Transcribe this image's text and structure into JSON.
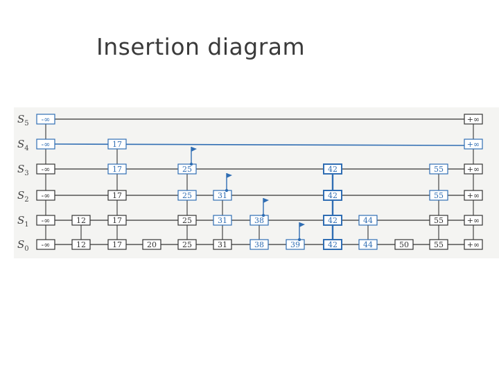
{
  "title": "Insertion diagram",
  "colors": {
    "black": "#333333",
    "blue": "#2f6db3",
    "box_fill": "#ffffff",
    "scan_bg": "#f4f4f2"
  },
  "levels": [
    {
      "name": "S",
      "sub": "5",
      "highlighted": false
    },
    {
      "name": "S",
      "sub": "4",
      "highlighted": true
    },
    {
      "name": "S",
      "sub": "3",
      "highlighted": false
    },
    {
      "name": "S",
      "sub": "2",
      "highlighted": false
    },
    {
      "name": "S",
      "sub": "1",
      "highlighted": false
    },
    {
      "name": "S",
      "sub": "0",
      "highlighted": false
    }
  ],
  "keys": [
    {
      "label": "-∞",
      "top_level": 5
    },
    {
      "label": "12",
      "top_level": 1
    },
    {
      "label": "17",
      "top_level": 4
    },
    {
      "label": "20",
      "top_level": 0
    },
    {
      "label": "25",
      "top_level": 3,
      "flag_level": 3
    },
    {
      "label": "31",
      "top_level": 2,
      "flag_level": 2
    },
    {
      "label": "38",
      "top_level": 1,
      "flag_level": 1
    },
    {
      "label": "39",
      "top_level": 0,
      "flag_level": 0
    },
    {
      "label": "42",
      "top_level": 3,
      "inserted": true
    },
    {
      "label": "44",
      "top_level": 1
    },
    {
      "label": "50",
      "top_level": 0
    },
    {
      "label": "55",
      "top_level": 3
    },
    {
      "label": "+∞",
      "top_level": 5
    }
  ],
  "blue_boxes": [
    {
      "key": "-∞",
      "level": 5
    },
    {
      "key": "-∞",
      "level": 4
    },
    {
      "key": "17",
      "level": 4
    },
    {
      "key": "17",
      "level": 3
    },
    {
      "key": "25",
      "level": 3
    },
    {
      "key": "25",
      "level": 2
    },
    {
      "key": "31",
      "level": 2
    },
    {
      "key": "31",
      "level": 1
    },
    {
      "key": "38",
      "level": 1
    },
    {
      "key": "38",
      "level": 0
    },
    {
      "key": "39",
      "level": 0
    },
    {
      "key": "42",
      "level": 0
    },
    {
      "key": "42",
      "level": 1
    },
    {
      "key": "42",
      "level": 2
    },
    {
      "key": "42",
      "level": 3
    },
    {
      "key": "44",
      "level": 1
    },
    {
      "key": "44",
      "level": 0
    },
    {
      "key": "55",
      "level": 3
    },
    {
      "key": "55",
      "level": 2
    },
    {
      "key": "+∞",
      "level": 4
    }
  ]
}
